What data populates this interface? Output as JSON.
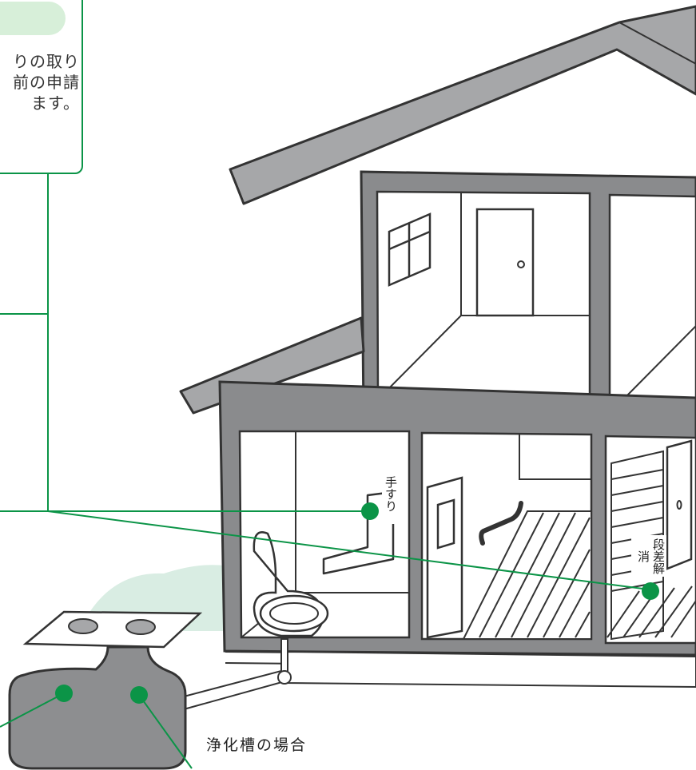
{
  "callout": {
    "lines": [
      "りの取り",
      "前の申請",
      "ます。"
    ]
  },
  "labels": {
    "handrail": "手すり",
    "step": "段差解消"
  },
  "caption": "浄化槽の場合",
  "colors": {
    "accent": "#0b9447",
    "accent_light": "#d7efd9",
    "wall": "#8a8b8d",
    "roof": "#a6a7a9",
    "tank": "#8d8e90",
    "bush": "#d9ede3",
    "line": "#333333"
  }
}
